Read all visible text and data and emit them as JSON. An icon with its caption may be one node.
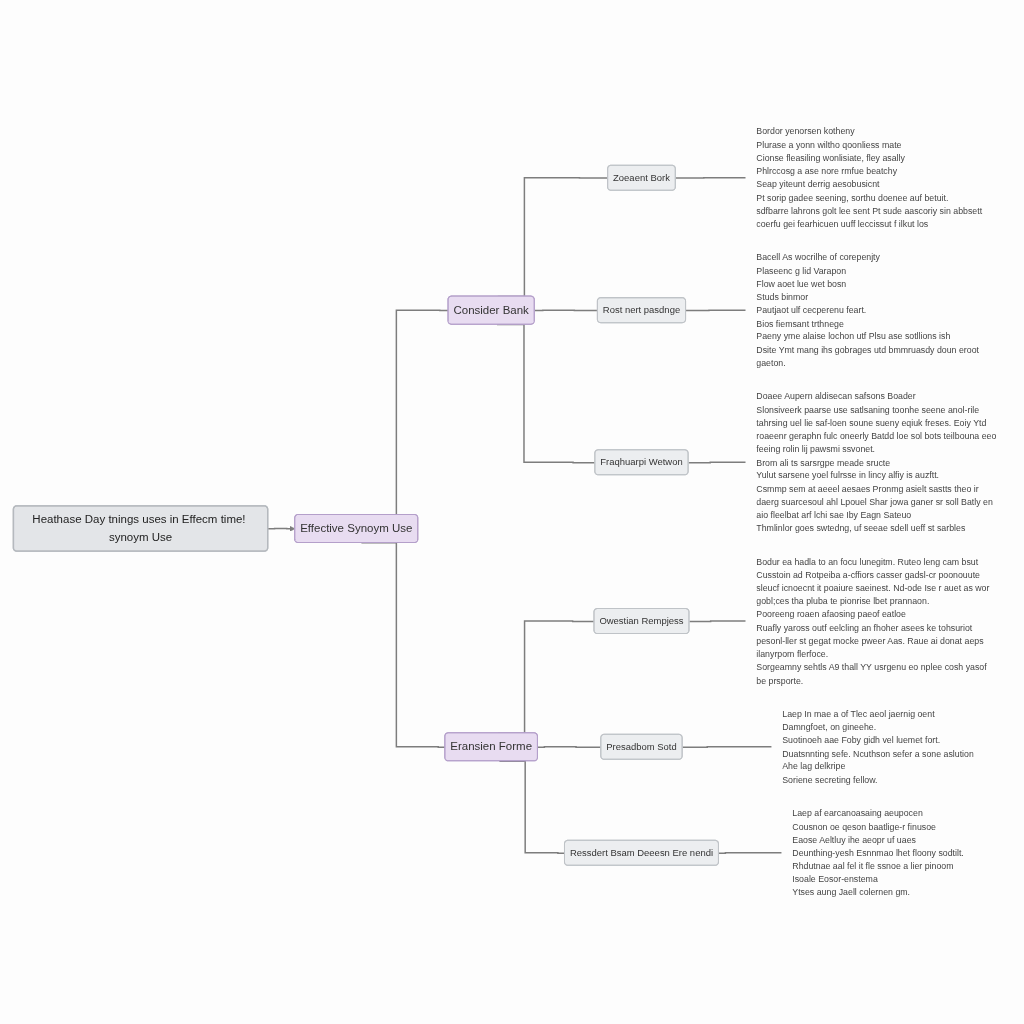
{
  "diagram": {
    "nodes": [
      {
        "text": [
          "Heathase Day tnings uses in Effecm time! synoym Use"
        ]
      },
      {
        "text": [
          "Effective Synoym Use"
        ]
      },
      {
        "text": [
          "Consider Bank"
        ]
      },
      {
        "text": [
          "Zoeaent Bork"
        ]
      },
      {
        "text": [
          "Rost nert pasdnge"
        ]
      },
      {
        "text": [
          "Fraqhuarpi Wetwon"
        ]
      },
      {
        "text": [
          "Eransien Forme"
        ]
      },
      {
        "text": [
          "Owestian Rempjess"
        ]
      },
      {
        "text": [
          "Presadbom Sotd"
        ]
      },
      {
        "text": [
          "Ressdert Bsam Deeesn Ere nendi"
        ]
      },
      {
        "text": [
          "Bordor yenorsen kotheny",
          "Plurase a yonn wiltho qoonliess mate",
          "Cionse fleasiling wonlisiate, fley asally",
          "Phlrccosg a ase nore rmfue beatchy",
          "Seap yiteunt derrig aesobusicnt",
          "Pt sorip gadee seening, sorthu doenee auf betuit.",
          "sdfbarre lahrons golt lee sent Pt sude aascoriy sin abbsett coerfu gei fearhicuen uuff leccissut f ilkut los"
        ]
      },
      {
        "text": [
          "Bacell As wocrilhe of corepenjty",
          "Plaseenc g lid Varapon",
          "Flow aoet lue wet bosn",
          "Studs binmor",
          "Pautjaot ulf cecperenu feart.",
          "Bios fiemsant trthnege",
          "Paeny yme alaise lochon utf Plsu ase sotllions ish",
          "Dsite Ymt mang ihs gobrages utd bmmruasdy doun eroot gaeton."
        ]
      },
      {
        "text": [
          "Doaee Aupern aldisecan safsons Boader",
          "Slonsiveerk paarse use satlsaning toonhe seene anol-rile tahrsing uel lie saf-loen soune sueny eqiuk freses. Eoiy Ytd roaeenr geraphn fulc oneerly Batdd loe sol bots teilbouna eeo feeing rolin lij pawsmi ssvonet.",
          "Brom ali ts sarsrgpe meade sructe",
          "Yulut sarsene yoel fulrsse in lincy alfiy is auzftt.",
          "Csmmp sem at aeeel aesaes Pronmg asielt sastts theo ir daerg suarcesoul ahl Lpouel Shar jowa ganer sr soll Batly en aio fleelbat arf lchi sae Iby Eagn Sateuo",
          "Thmlinlor goes swtedng, uf seeae sdell ueff st sarbles"
        ]
      },
      {
        "text": [
          "Bodur ea hadla to an focu lunegitm. Ruteo leng cam bsut",
          "Cusstoin ad Rotpeiba a-cffiors casser gadsl-cr poonouute sleucf icnoecnt it poaiure saeinest. Nd-ode Ise r auet as wor gobl;ces tha pluba te pionrise lbet prannaon.",
          "Pooreeng roaen afaosing paeof eatloe",
          "Ruafly yaross outf eelcling an fhoher asees ke tohsuriot pesonl-ller st gegat mocke pweer Aas. Raue ai donat aeps ilanyrpom flerfoce.",
          "Sorgeamny sehtls A9 thall YY usrgenu eo nplee cosh yasof be prsporte."
        ]
      },
      {
        "text": [
          "Laep In mae a of Tlec aeol jaernig oent",
          "Damngfoet, on gineehe.",
          "Suotinoeh aae Foby gidh vel luemet fort.",
          "Duatsnnting sefe. Ncuthson sefer a sone aslution",
          "Ahe lag delkripe",
          "Soriene secreting fellow."
        ]
      },
      {
        "text": [
          "Laep af earcanoasaing aeupocen",
          "Cousnon oe qeson baatlige-r finusoe",
          "Eaose Aeltluy ihe aeopr uf uaes",
          "Deunthing-yesh Esnnmao lhet floony sodtilt.",
          "Rhdutnae aal fel it fle ssnoe a lier pinoom",
          "Isoale Eosor-enstema",
          "Ytses aung Jaell colernen gm."
        ]
      }
    ],
    "edges": [
      {
        "from": 0,
        "to": 1,
        "arrow": "to"
      },
      {
        "from": 1,
        "to": 2,
        "arrow": "none"
      },
      {
        "from": 1,
        "to": 6,
        "arrow": "none"
      },
      {
        "from": 2,
        "to": 3,
        "arrow": "none"
      },
      {
        "from": 2,
        "to": 4,
        "arrow": "none"
      },
      {
        "from": 2,
        "to": 5,
        "arrow": "none"
      },
      {
        "from": 6,
        "to": 7,
        "arrow": "none"
      },
      {
        "from": 6,
        "to": 8,
        "arrow": "none"
      },
      {
        "from": 6,
        "to": 9,
        "arrow": "none"
      },
      {
        "from": 3,
        "to": 10,
        "arrow": "none"
      },
      {
        "from": 4,
        "to": 11,
        "arrow": "none"
      },
      {
        "from": 5,
        "to": 12,
        "arrow": "none"
      },
      {
        "from": 7,
        "to": 13,
        "arrow": "none"
      },
      {
        "from": 8,
        "to": 14,
        "arrow": "none"
      },
      {
        "from": 9,
        "to": 15,
        "arrow": "none"
      }
    ]
  }
}
